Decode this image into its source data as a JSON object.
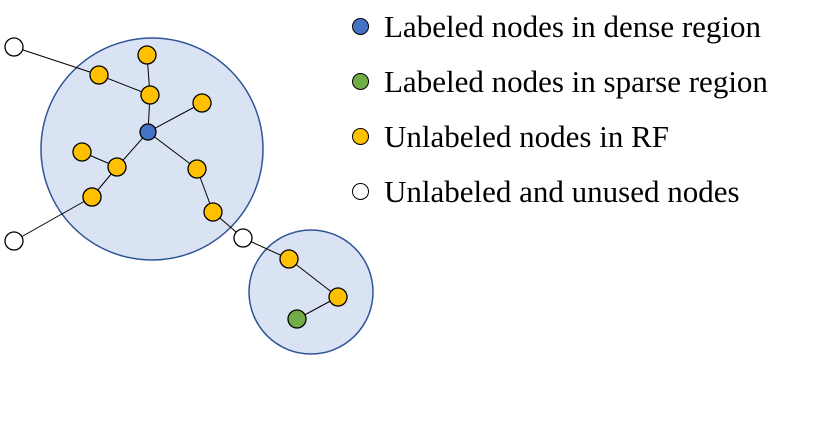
{
  "colors": {
    "region_fill": "#dae3f3",
    "region_stroke": "#2f5597",
    "dense_labeled": "#4472c4",
    "sparse_labeled": "#70ad47",
    "unlabeled_rf": "#ffc000",
    "unused": "#ffffff",
    "edge": "#000000"
  },
  "legend": [
    {
      "key": "dense_labeled",
      "label": "Labeled nodes in dense region"
    },
    {
      "key": "sparse_labeled",
      "label": "Labeled nodes in sparse region"
    },
    {
      "key": "unlabeled_rf",
      "label": "Unlabeled nodes in RF"
    },
    {
      "key": "unused",
      "label": "Unlabeled and unused nodes"
    }
  ],
  "graph": {
    "regions": [
      {
        "id": "dense-region"
      },
      {
        "id": "sparse-region"
      }
    ],
    "nodes": [
      {
        "id": "d0",
        "type": "dense_labeled"
      },
      {
        "id": "y1",
        "type": "unlabeled_rf"
      },
      {
        "id": "y2",
        "type": "unlabeled_rf"
      },
      {
        "id": "y3",
        "type": "unlabeled_rf"
      },
      {
        "id": "y4",
        "type": "unlabeled_rf"
      },
      {
        "id": "y5",
        "type": "unlabeled_rf"
      },
      {
        "id": "y6",
        "type": "unlabeled_rf"
      },
      {
        "id": "y7",
        "type": "unlabeled_rf"
      },
      {
        "id": "y8",
        "type": "unlabeled_rf"
      },
      {
        "id": "y9",
        "type": "unlabeled_rf"
      },
      {
        "id": "y10",
        "type": "unlabeled_rf"
      },
      {
        "id": "w1",
        "type": "unused"
      },
      {
        "id": "w2",
        "type": "unused"
      },
      {
        "id": "w3",
        "type": "unused"
      },
      {
        "id": "y11",
        "type": "unlabeled_rf"
      },
      {
        "id": "y12",
        "type": "unlabeled_rf"
      },
      {
        "id": "s0",
        "type": "sparse_labeled"
      }
    ],
    "edges": [
      [
        "w1",
        "y1"
      ],
      [
        "y1",
        "y2"
      ],
      [
        "y2",
        "y3"
      ],
      [
        "y2",
        "d0"
      ],
      [
        "d0",
        "y4"
      ],
      [
        "d0",
        "y5"
      ],
      [
        "y5",
        "y6"
      ],
      [
        "y5",
        "y7"
      ],
      [
        "y7",
        "y8"
      ],
      [
        "w2",
        "y8"
      ],
      [
        "d0",
        "y9"
      ],
      [
        "y9",
        "y10"
      ],
      [
        "y10",
        "w3"
      ],
      [
        "w3",
        "y11"
      ],
      [
        "y11",
        "y12"
      ],
      [
        "y12",
        "s0"
      ]
    ]
  }
}
